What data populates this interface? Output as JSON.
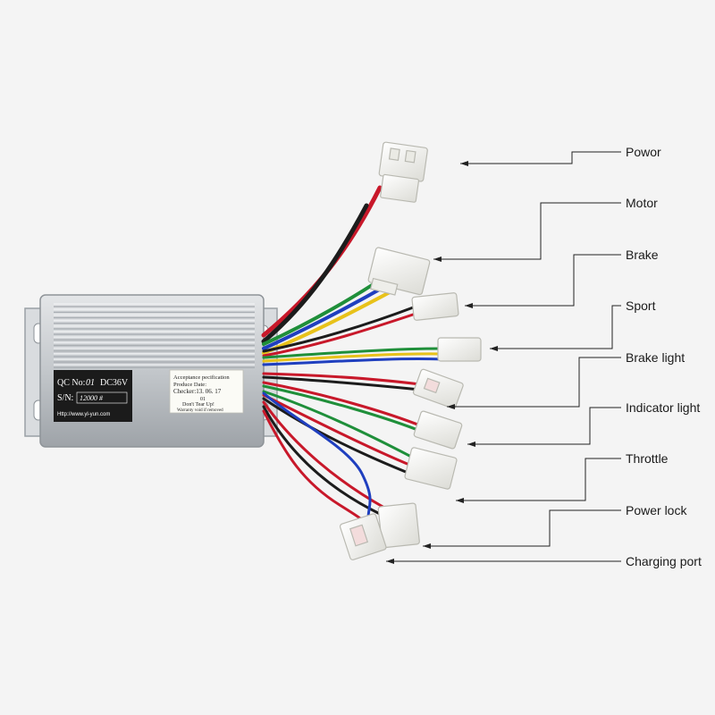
{
  "product": {
    "label_qc": "QC No:",
    "label_qc_value": "01",
    "label_voltage": "DC36V",
    "label_sn": "S/N:",
    "label_sn_value": "12000 #",
    "label_url": "Http://www.yl-yun.com",
    "sticker_title": "Acceptance pecification",
    "sticker_line1": "Produce Date:",
    "sticker_line2": "Checker:13. 06. 17",
    "sticker_line3": "01",
    "sticker_line4": "Don't Tear Up!",
    "sticker_line5": "Warranty void if removed"
  },
  "callouts": [
    {
      "label": "Powor"
    },
    {
      "label": "Motor"
    },
    {
      "label": "Brake"
    },
    {
      "label": "Sport"
    },
    {
      "label": "Brake light"
    },
    {
      "label": "Indicator light"
    },
    {
      "label": "Throttle"
    },
    {
      "label": "Power lock"
    },
    {
      "label": "Charging port"
    }
  ],
  "colors": {
    "background": "#f4f4f4",
    "housing": "#c9cdd1",
    "wire_red": "#c8182a",
    "wire_black": "#1c1c1c",
    "wire_blue": "#1f3fbf",
    "wire_yellow": "#e8c21a",
    "wire_green": "#1f8f3a",
    "connector": "#f7f7f2"
  }
}
